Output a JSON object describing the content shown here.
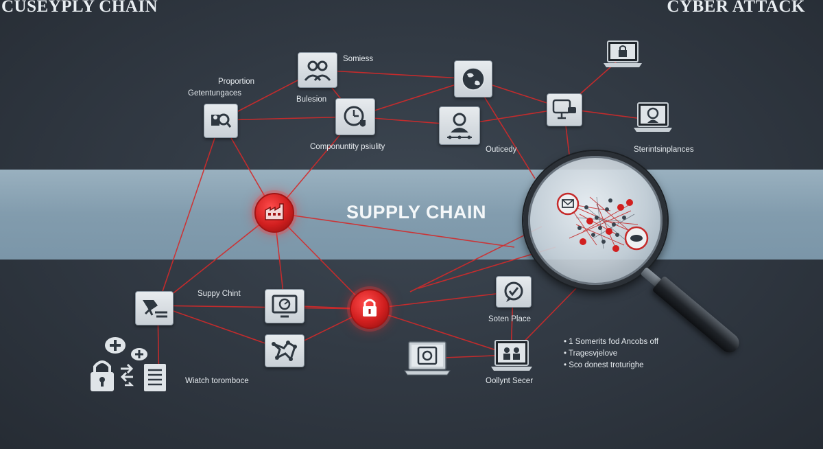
{
  "titles": {
    "top_left": "CUSEYPLY CHAIN",
    "top_right": "CYBER ATTACK",
    "band": "SUPPLY CHAIN"
  },
  "labels": {
    "proportion": "Proportion",
    "getentingagaces": "Getentungaces",
    "somiess": "Somiess",
    "bulesion": "Bulesion",
    "conponuntity": "Componuntity psiulity",
    "outicedy": "Outicedy",
    "sterints": "Sterintsinplances",
    "suppy_chint": "Suppy Chint",
    "sotern_place": "Soten Place",
    "wiatch": "Wiatch toromboce",
    "oollynt": "Oollynt Secer"
  },
  "bullets": [
    "• 1 Somerits fod Ancobs off",
    "• Tragesvjelove",
    "• Sco donest troturighe"
  ],
  "icons": {
    "search_person": "search-person-icon",
    "team": "team-icon",
    "clock_shield": "clock-shield-icon",
    "globe": "globe-icon",
    "manager_network": "manager-network-icon",
    "monitor_chat": "monitor-chat-icon",
    "laptop_lock": "laptop-lock-icon",
    "laptop_user": "laptop-user-icon",
    "factory": "factory-icon",
    "padlock": "padlock-icon",
    "delivery": "delivery-icon",
    "monitor_gauge": "monitor-gauge-icon",
    "map_network": "map-network-icon",
    "chat_check": "chat-check-icon",
    "laptop_vault": "laptop-vault-icon",
    "laptop_users": "laptop-users-icon",
    "magnifier": "magnifying-glass-icon"
  },
  "colors": {
    "background": "#303841",
    "band": "#8ea8b9",
    "link": "#d32a2a",
    "node_fill": "#dfe4e8",
    "alert": "#d11f1f"
  }
}
